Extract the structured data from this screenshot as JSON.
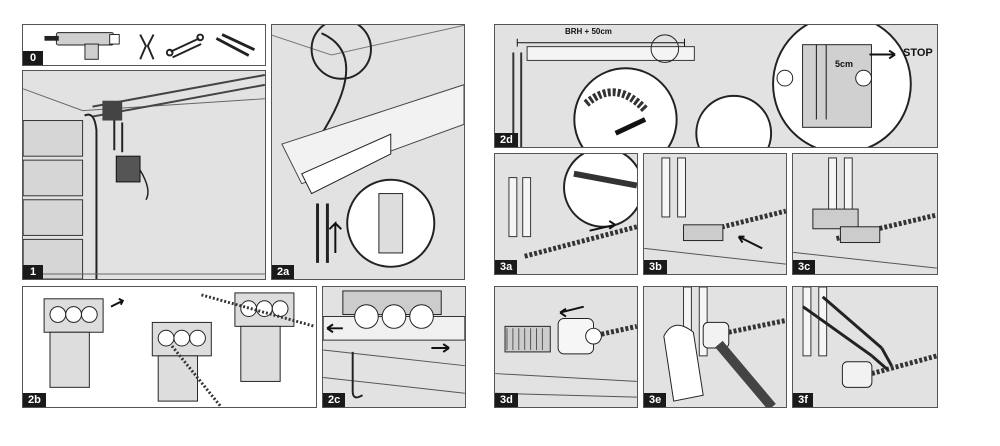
{
  "steps": {
    "p0": "0",
    "p1": "1",
    "p2a": "2a",
    "p2b": "2b",
    "p2c": "2c",
    "p2d": "2d",
    "p3a": "3a",
    "p3b": "3b",
    "p3c": "3c",
    "p3d": "3d",
    "p3e": "3e",
    "p3f": "3f"
  },
  "annotations": {
    "brh": "BRH + 50cm",
    "stop": "STOP",
    "five_cm": "5cm"
  },
  "icons": {
    "p0_tools": [
      "drill-icon",
      "pliers-icon",
      "wrenches-icon",
      "screwdrivers-icon"
    ]
  }
}
